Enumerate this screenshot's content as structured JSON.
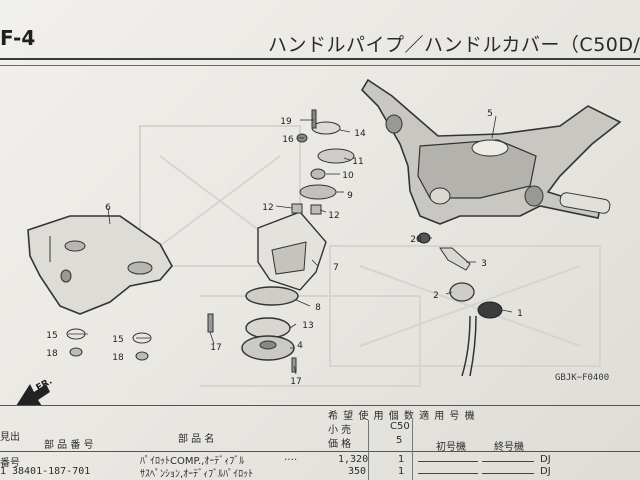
{
  "header": {
    "page_code": "F-4",
    "title": "ハンドルパイプ／ハンドルカバー（C50D/"
  },
  "diagram": {
    "code": "GBJK−F0400",
    "fr_label": "FR.",
    "callouts": [
      "1",
      "2",
      "3",
      "4",
      "5",
      "6",
      "7",
      "8",
      "9",
      "10",
      "11",
      "12",
      "12",
      "13",
      "14",
      "15",
      "15",
      "16",
      "17",
      "17",
      "18",
      "18",
      "19",
      "20"
    ]
  },
  "table": {
    "header_row1": "希 望 使 用 個 数   適 用 号 機",
    "header_row1b": "小 売",
    "header_row1c": "C50",
    "header_row2a": "価 格",
    "header_row2b": "5",
    "col_left_label": "見出",
    "col_partno": "部 品 番 号",
    "col_partname": "部 品 名",
    "col_first": "初号機",
    "col_last": "終号機",
    "row_label": "番号",
    "rows": [
      {
        "ref": "1",
        "partno": "38401-187-701",
        "name": "ﾊﾟｲﾛｯﾄCOMP.,ｵｰﾃﾞｨﾌﾞﾙ",
        "dots": "‥‥",
        "price": "1,320",
        "qty": "1",
        "code": "DJ"
      },
      {
        "ref": "",
        "partno": "",
        "name": "ｻｽﾍﾟﾝｼｮﾝ,ｵｰﾃﾞｨﾌﾞﾙﾊﾟｲﾛｯﾄ",
        "dots": "",
        "price": "350",
        "qty": "1",
        "code": "DJ"
      }
    ]
  }
}
